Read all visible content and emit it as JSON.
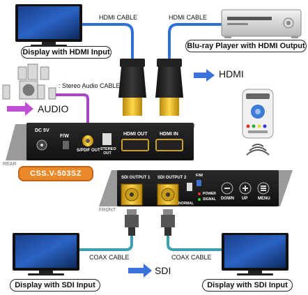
{
  "labels": {
    "display_hdmi": "Display with HDMI Input",
    "bluray": "Blu-ray Player with HDMI Output",
    "display_sdi_left": "Display with SDI Input",
    "display_sdi_right": "Display with SDI Input"
  },
  "cables": {
    "hdmi_left": "HDMI CABLE",
    "hdmi_right": "HDMI CABLE",
    "stereo_audio": ": Stereo Audio CABLE",
    "coax_left": "COAX CABLE",
    "coax_right": "COAX CABLE"
  },
  "signals": {
    "hdmi": "HDMI",
    "audio": "AUDIO",
    "sdi": "SDI"
  },
  "rear_panel": {
    "label": "REAR",
    "dc": "DC 5V",
    "fw": "F/W",
    "spdif": "S/PDIF OUT",
    "stereo": "STEREO OUT",
    "hdmi_out": "HDMI OUT",
    "hdmi_in": "HDMI IN"
  },
  "front_panel": {
    "label": "FRONT",
    "sdi1": "SDI OUTPUT 1",
    "sdi2": "SDI OUTPUT 2",
    "fw": "F/W",
    "normal": "NORMAL",
    "power": "POWER",
    "signal": "SIGNAL",
    "down": "DOWN",
    "up": "UP",
    "menu": "MENU"
  },
  "model": "CSS.V-503SZ",
  "colors": {
    "hdmi_cable": "#2f6fd8",
    "coax_cable": "#3a9fb0",
    "audio_cable": "#a545c8",
    "arrow_blue": "#3b72d9",
    "arrow_purple": "#c150d6",
    "model_badge": "#e9892a"
  }
}
